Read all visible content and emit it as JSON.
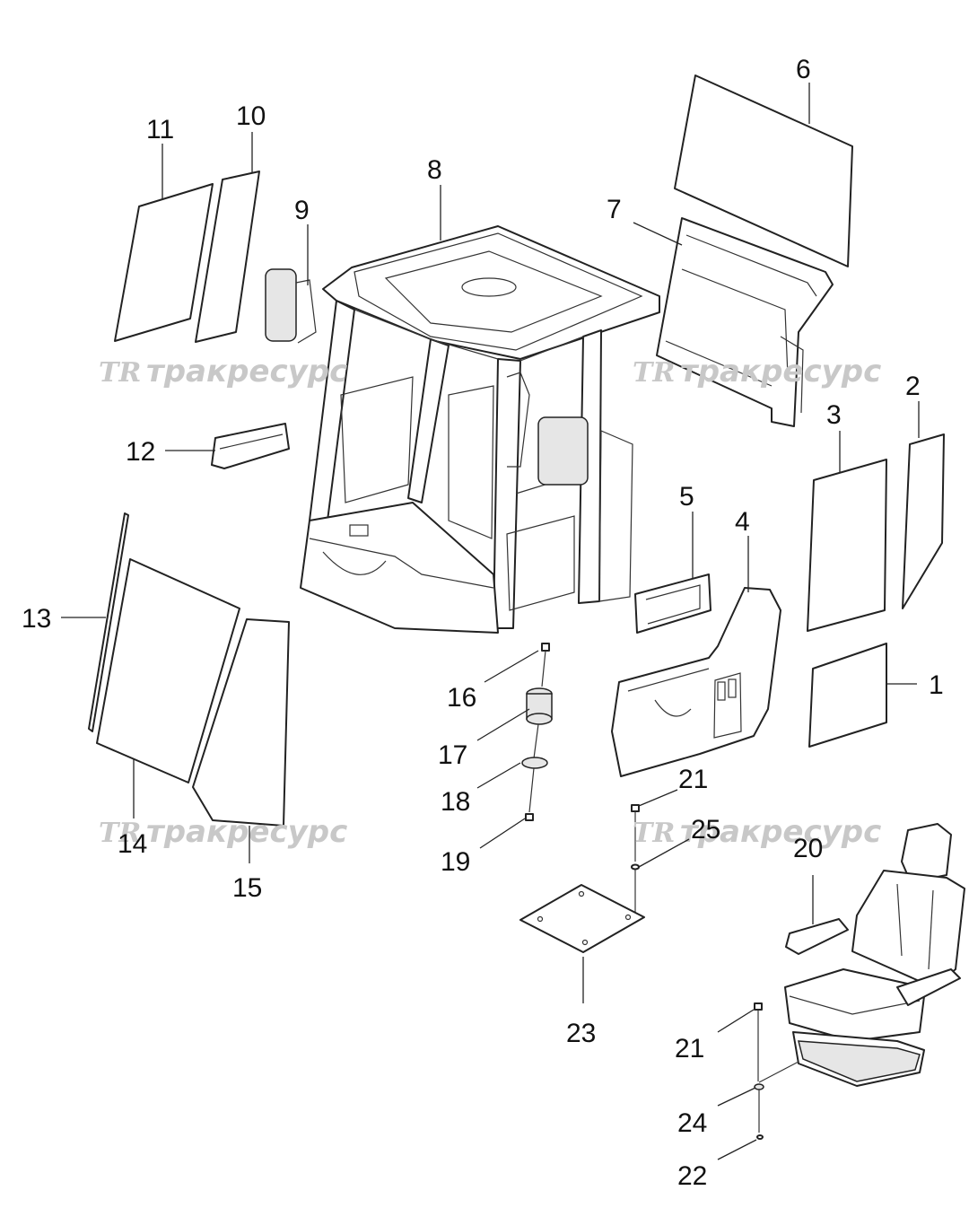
{
  "watermark": {
    "logo": "TR",
    "text": "тракресурс"
  },
  "callouts": [
    "1",
    "2",
    "3",
    "4",
    "5",
    "6",
    "7",
    "8",
    "9",
    "10",
    "11",
    "12",
    "13",
    "14",
    "15",
    "16",
    "17",
    "18",
    "19",
    "20",
    "21",
    "21",
    "22",
    "23",
    "24",
    "25"
  ]
}
